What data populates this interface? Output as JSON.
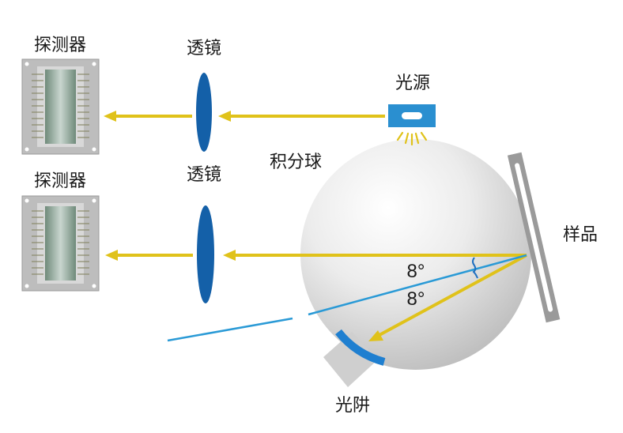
{
  "labels": {
    "detector_top": "探测器",
    "detector_bottom": "探测器",
    "lens_top": "透镜",
    "lens_bottom": "透镜",
    "light_source": "光源",
    "integrating_sphere": "积分球",
    "sample": "样品",
    "light_trap": "光阱",
    "angle_incident": "8°",
    "angle_specular": "8°"
  },
  "colors": {
    "beam": "#e0c21a",
    "lens": "#1460a8",
    "ray_line": "#2a9ad6",
    "source": "#2a8fd0",
    "trap_band": "#1f7fd0",
    "sphere_light": "#ffffff",
    "sphere_dark": "#b9b9b9",
    "sample_frame": "#9a9a9a",
    "detector_frame": "#bdbdbd",
    "bracket": "#1f6fc0"
  },
  "icons": {
    "detector": "detector-chip-icon",
    "lens": "lens-icon",
    "source": "light-source-icon",
    "trap": "light-trap-icon"
  }
}
